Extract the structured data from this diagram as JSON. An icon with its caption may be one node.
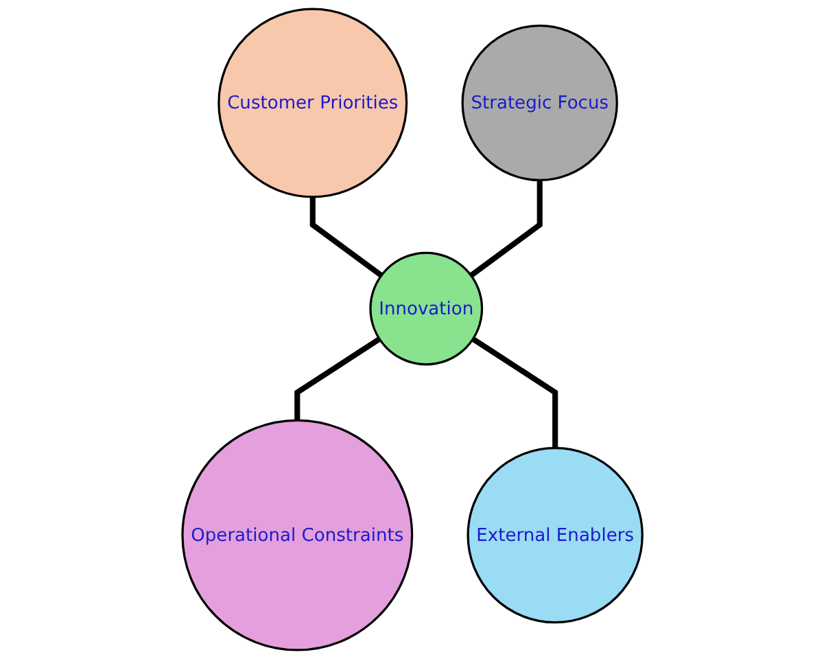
{
  "diagram": {
    "nodes": [
      {
        "text": [
          "Customer Priorities"
        ]
      },
      {
        "text": [
          "Strategic Focus"
        ]
      },
      {
        "text": [
          "Innovation"
        ]
      },
      {
        "text": [
          "Operational Constraints"
        ]
      },
      {
        "text": [
          "External Enablers"
        ]
      }
    ],
    "edges": [
      {
        "from": 0,
        "to": 2,
        "arrow": "none"
      },
      {
        "from": 1,
        "to": 2,
        "arrow": "none"
      },
      {
        "from": 2,
        "to": 3,
        "arrow": "none"
      },
      {
        "from": 2,
        "to": 4,
        "arrow": "none"
      }
    ]
  }
}
